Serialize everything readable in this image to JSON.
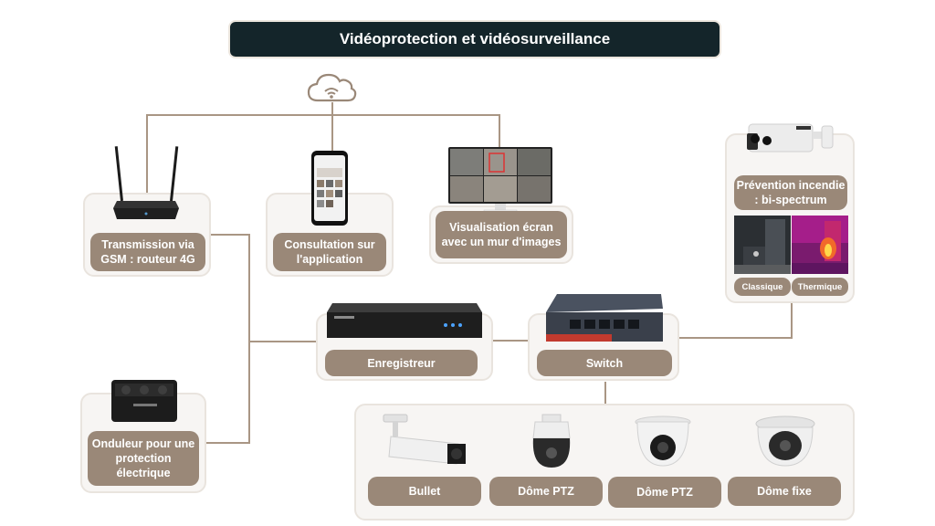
{
  "title": "Vidéoprotection et vidéosurveillance",
  "nodes": {
    "router": {
      "label": "Transmission via GSM : routeur 4G",
      "icon": "router-icon"
    },
    "app": {
      "label": "Consultation sur l'application",
      "icon": "smartphone-icon"
    },
    "screen": {
      "label": "Visualisation écran avec un mur d'images",
      "icon": "monitor-icon"
    },
    "fire": {
      "label": "Prévention incendie : bi-spectrum",
      "icon": "thermal-camera-icon",
      "views": [
        "Classique",
        "Thermique"
      ]
    },
    "recorder": {
      "label": "Enregistreur",
      "icon": "nvr-icon"
    },
    "switch": {
      "label": "Switch",
      "icon": "network-switch-icon"
    },
    "ups": {
      "label": "Onduleur pour une protection électrique",
      "icon": "ups-icon"
    },
    "cameras": [
      {
        "label": "Bullet",
        "icon": "bullet-camera-icon"
      },
      {
        "label": "Dôme PTZ",
        "icon": "ptz-dome-camera-icon"
      },
      {
        "label": "Dôme PTZ",
        "icon": "turret-dome-camera-icon"
      },
      {
        "label": "Dôme fixe",
        "icon": "fixed-dome-camera-icon"
      }
    ],
    "cloud": {
      "icon": "cloud-wifi-icon"
    }
  },
  "colors": {
    "title_bg": "#14252a",
    "label_bg": "#9a8878",
    "card_bg": "#f7f5f3",
    "connector": "#a99684"
  }
}
